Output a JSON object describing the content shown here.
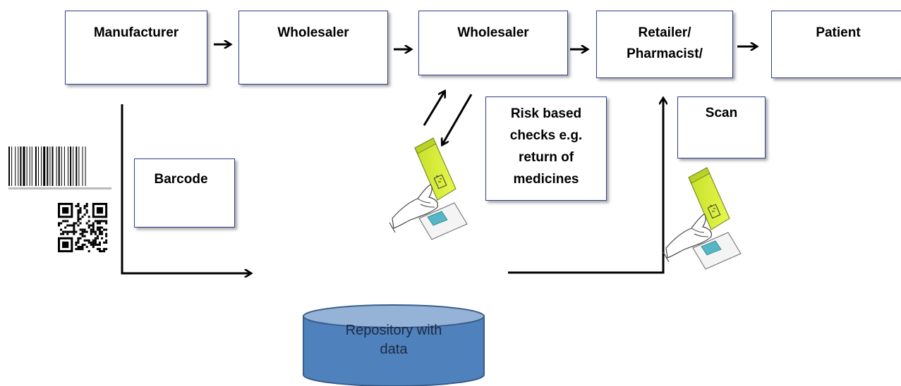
{
  "nodes": {
    "manufacturer": "Manufacturer",
    "wholesaler1": "Wholesaler",
    "wholesaler2": "Wholesaler",
    "retailer": "Retailer/\nPharmacist/",
    "patient": "Patient",
    "barcode": "Barcode",
    "risk": "Risk based\nchecks e.g.\nreturn of\nmedicines",
    "scan": "Scan"
  },
  "repository": {
    "label": "Repository with\ndata"
  },
  "icons": {
    "barcode": "linear-barcode-icon",
    "qr": "qr-code-icon",
    "scanner": "hand-scanning-package-icon"
  },
  "colors": {
    "box_border": "#2f3f8f",
    "db_fill": "#4f81bd",
    "db_top": "#95b3d7",
    "db_edge": "#385d8a",
    "package": "#d9f03a",
    "arrow": "#000000"
  }
}
